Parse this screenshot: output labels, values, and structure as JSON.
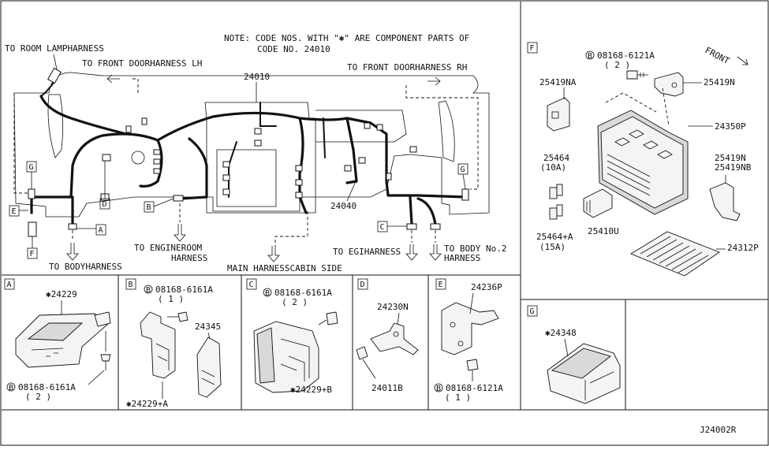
{
  "note": {
    "line1": "NOTE: CODE NOS. WITH \"✱\" ARE COMPONENT PARTS OF",
    "line2": "CODE NO. 24010"
  },
  "main": {
    "harness_main": "24010",
    "harness_sub": "24040",
    "routes": {
      "room_lamp": "TO ROOM LAMPHARNESS",
      "front_door_lh": "TO FRONT DOORHARNESS LH",
      "front_door_rh": "TO FRONT DOORHARNESS RH",
      "engineroom_1": "TO ENGINEROOM",
      "engineroom_2": "HARNESS",
      "body": "TO BODYHARNESS",
      "main_cabin": "MAIN HARNESSCABIN SIDE",
      "egi": "TO EGIHARNESS",
      "body_no2_1": "TO BODY No.2",
      "body_no2_2": "HARNESS"
    },
    "callouts": [
      "A",
      "B",
      "C",
      "D",
      "E",
      "F",
      "G"
    ]
  },
  "panel_f": {
    "letter": "F",
    "front_label": "FRONT",
    "bolt_code": "08168-6121A",
    "bolt_qty": "( 2 )",
    "parts": {
      "p25419na": "25419NA",
      "p25419n": "25419N",
      "p24350p": "24350P",
      "p25464": "25464",
      "p25464_rating": "(10A)",
      "p25419n_b": "25419N",
      "p25419nb": "25419NB",
      "p25464a": "25464+A",
      "p25464a_rating": "(15A)",
      "p25410u": "25410U",
      "p24312p": "24312P"
    }
  },
  "panel_a": {
    "letter": "A",
    "part": "✱24229",
    "bolt_code": "08168-6161A",
    "bolt_qty": "( 2 )"
  },
  "panel_b": {
    "letter": "B",
    "bolt_code": "08168-6161A",
    "bolt_qty": "( 1 )",
    "part": "24345",
    "part2": "✱24229+A"
  },
  "panel_c": {
    "letter": "C",
    "bolt_code": "08168-6161A",
    "bolt_qty": "( 2 )",
    "part": "✱24229+B"
  },
  "panel_d": {
    "letter": "D",
    "part": "24230N",
    "part2": "24011B"
  },
  "panel_e": {
    "letter": "E",
    "part": "24236P",
    "bolt_code": "08168-6121A",
    "bolt_qty": "( 1 )"
  },
  "panel_g": {
    "letter": "G",
    "part": "✱24348"
  },
  "drawing_code": "J24002R",
  "bolt_marker": "B"
}
